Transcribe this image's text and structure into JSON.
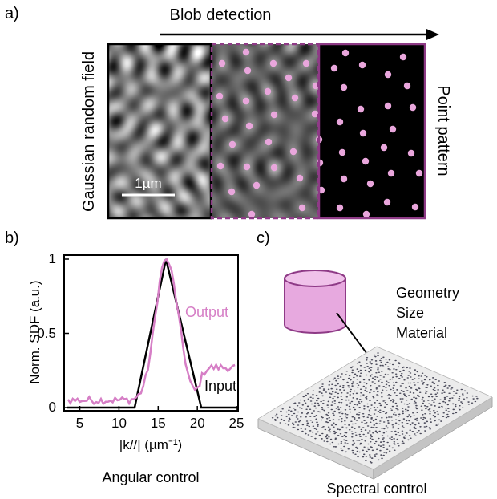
{
  "diagram": {
    "labels": [
      "a)",
      "Blob detection",
      "Gaussian random field",
      "1µm",
      "Point pattern",
      "b)",
      "Norm. SDF (a.u.)",
      "1",
      "0.5",
      "0",
      "5",
      "10",
      "15",
      "20",
      "25",
      "|k//| (µm⁻¹)",
      "Output",
      "Input",
      "Angular control",
      "c)",
      "Geometry",
      "Size",
      "Material",
      "Spectral control"
    ]
  }
}
